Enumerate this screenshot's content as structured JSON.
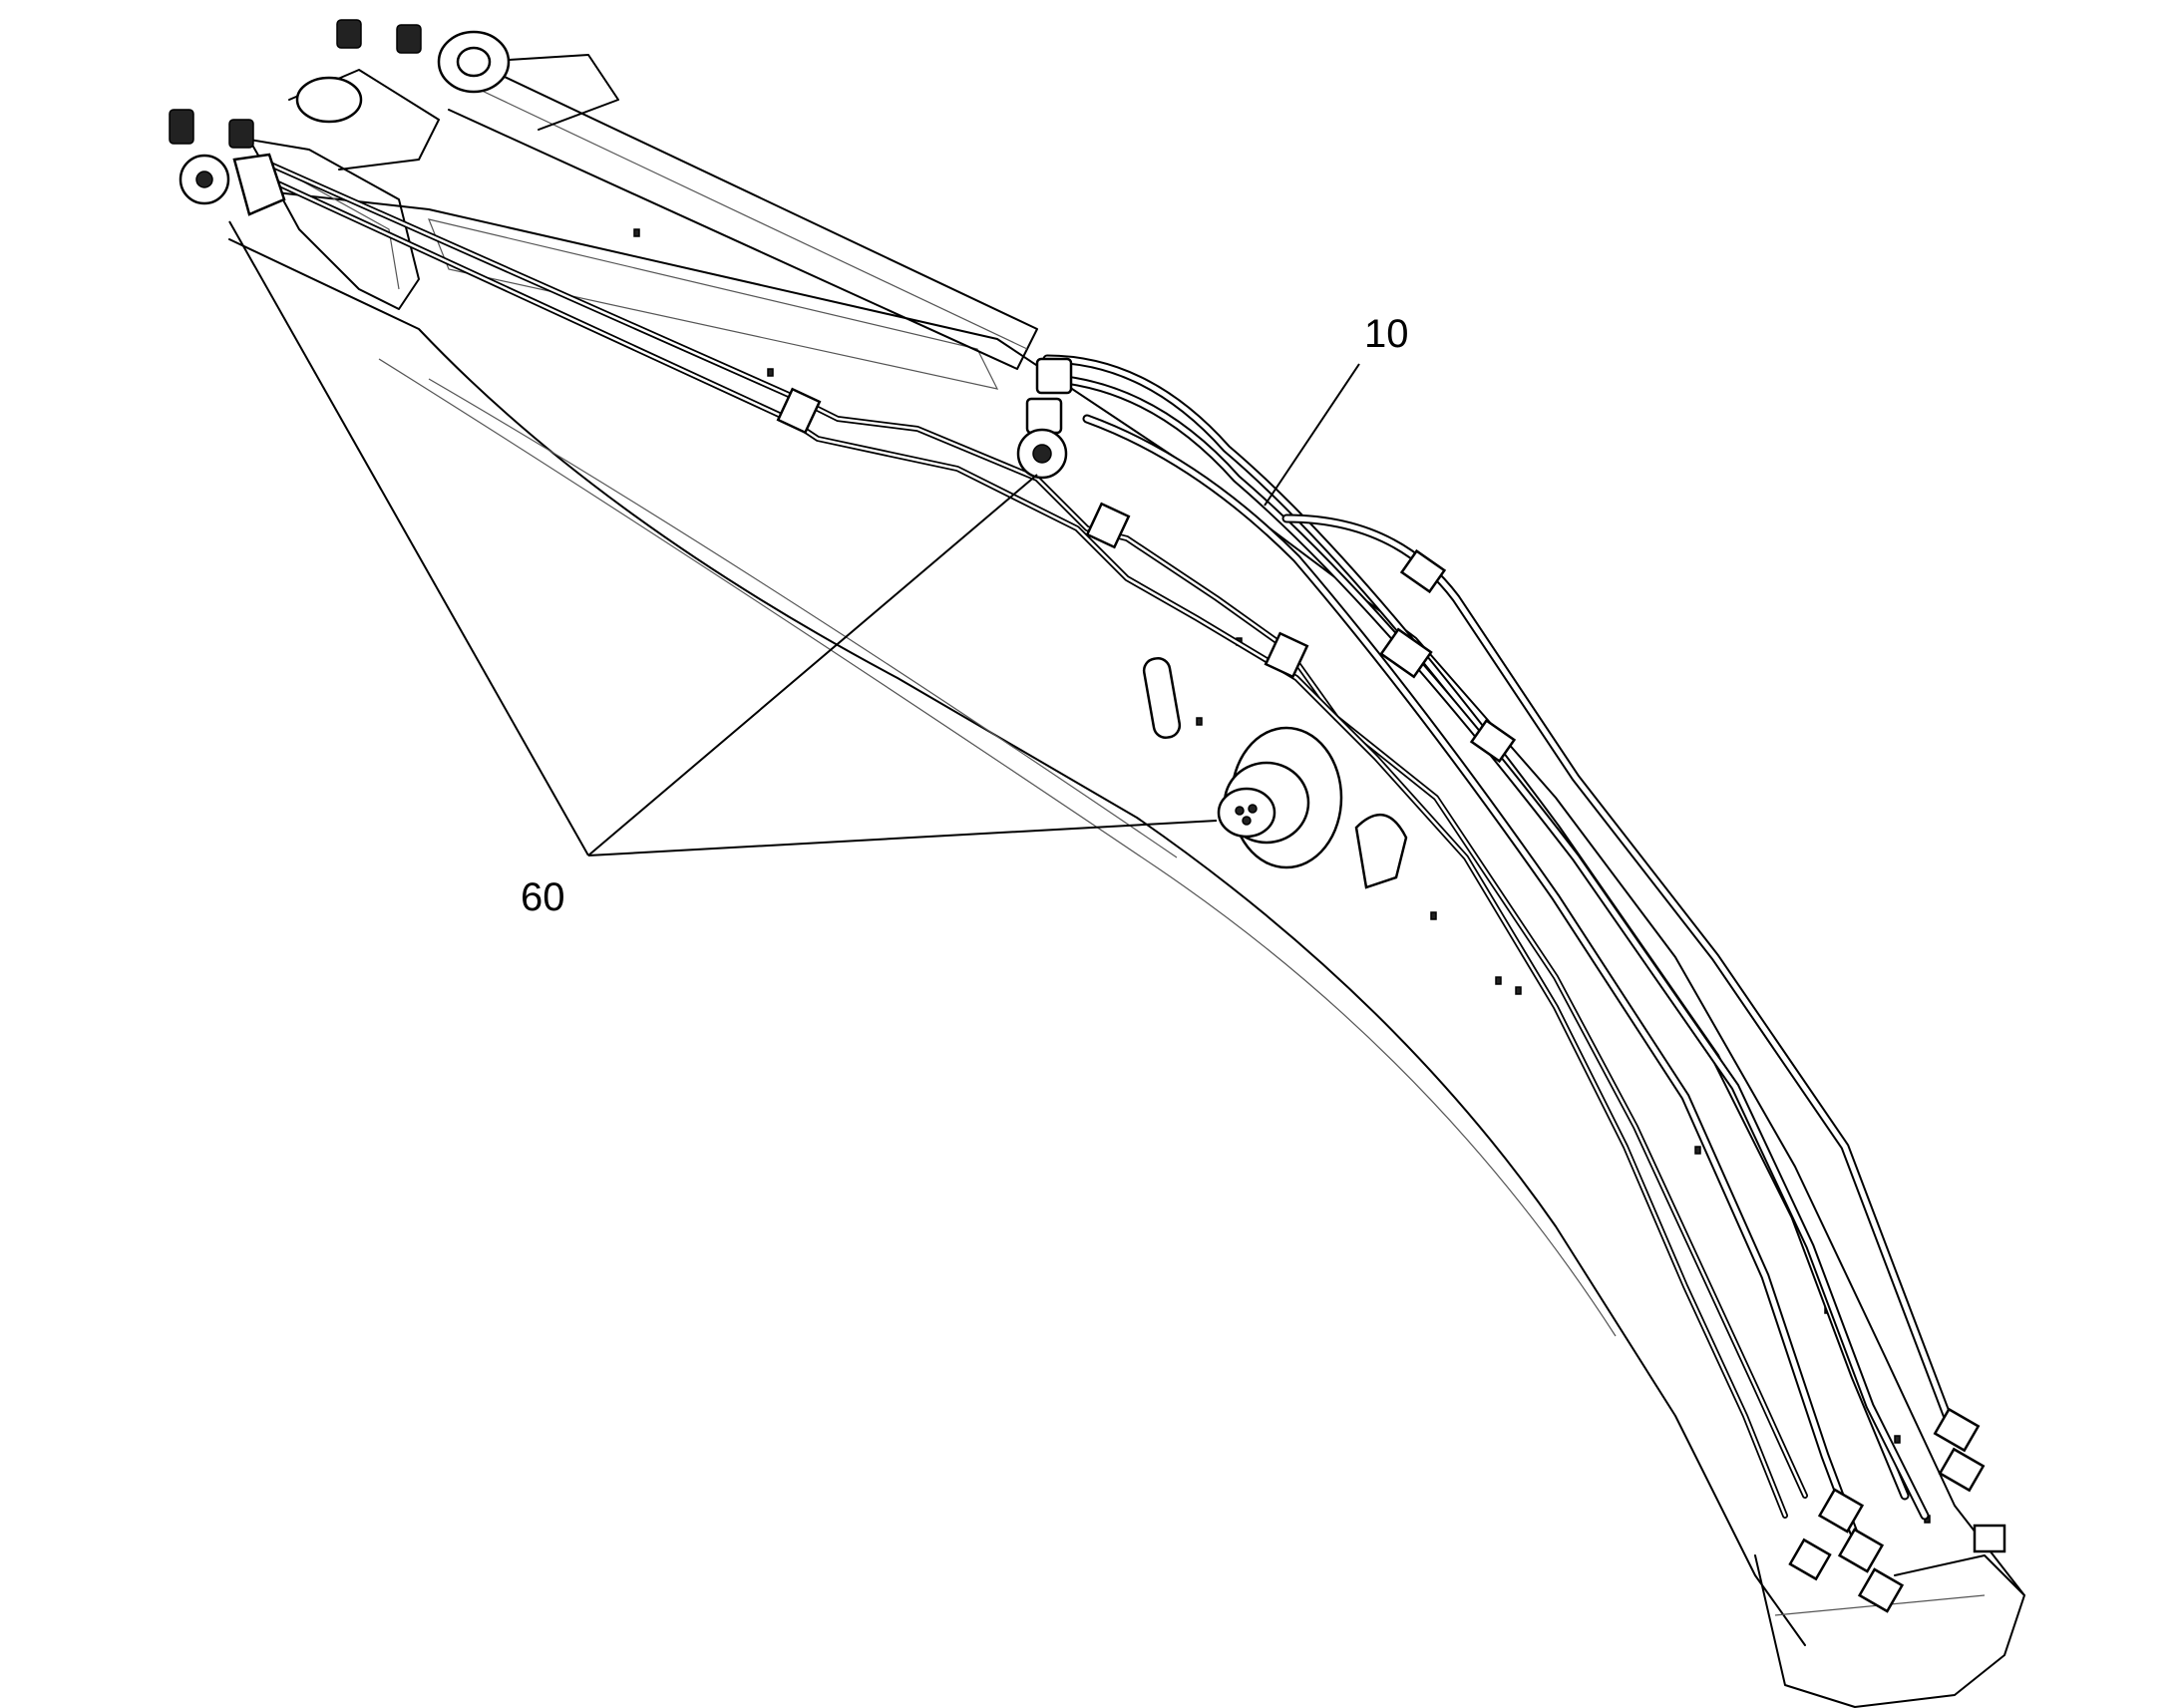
{
  "callouts": [
    {
      "id": "10",
      "label": "10"
    },
    {
      "id": "60",
      "label": "60"
    }
  ],
  "colors": {
    "line": "#000000",
    "background": "#ffffff"
  }
}
